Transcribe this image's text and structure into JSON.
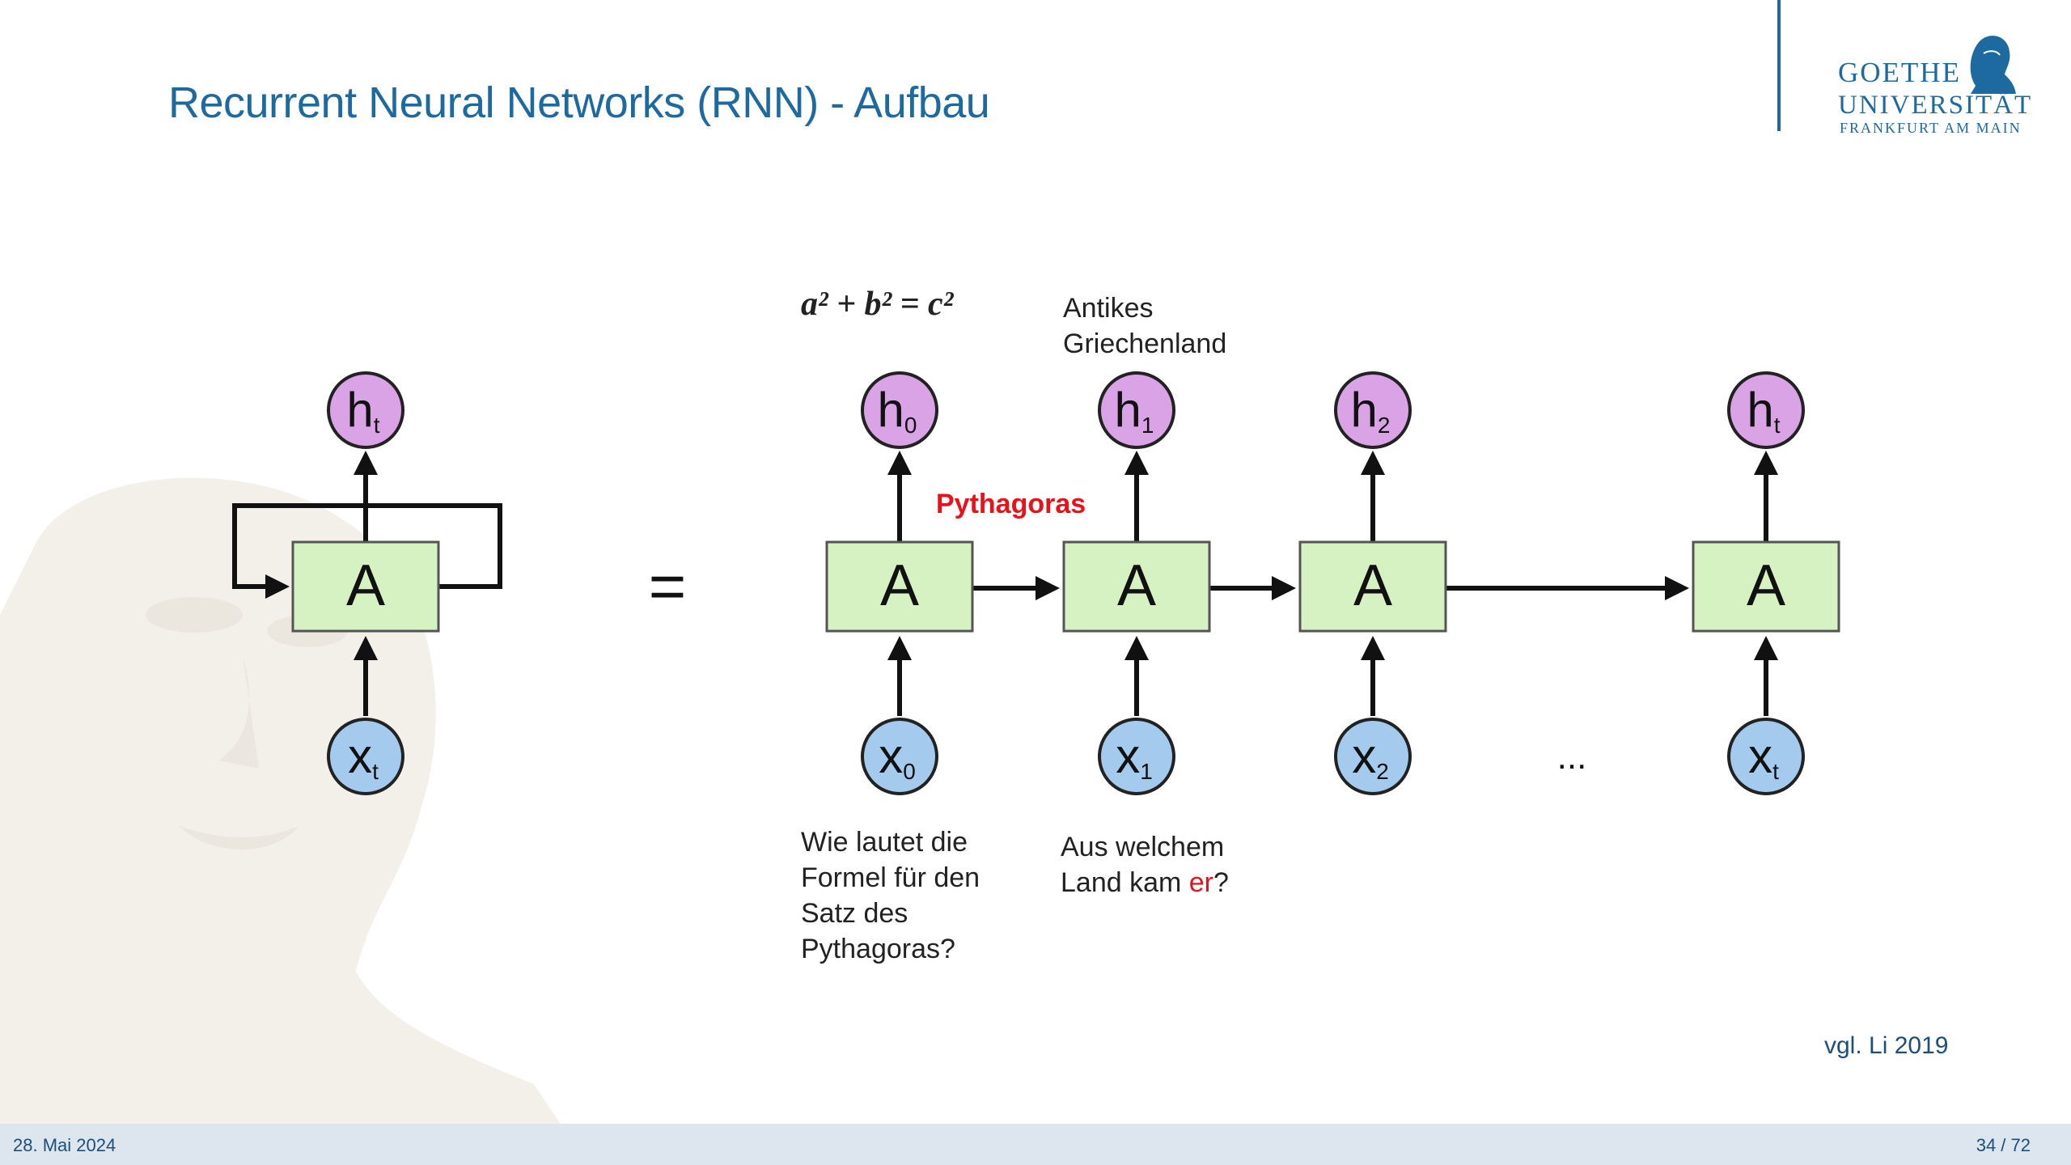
{
  "slide": {
    "title": "Recurrent Neural Networks (RNN) - Aufbau",
    "reference": "vgl. Li 2019",
    "date": "28. Mai 2024",
    "page": "34 / 72"
  },
  "logo": {
    "line1": "GOETHE",
    "line2": "UNIVERSITÄT",
    "line3": "FRANKFURT AM MAIN"
  },
  "diagram": {
    "cell_label": "A",
    "equals": "=",
    "ellipsis": "...",
    "left": {
      "h": "h",
      "h_sub": "t",
      "x": "x",
      "x_sub": "t"
    },
    "steps": [
      {
        "h": "h",
        "h_sub": "0",
        "x": "x",
        "x_sub": "0"
      },
      {
        "h": "h",
        "h_sub": "1",
        "x": "x",
        "x_sub": "1"
      },
      {
        "h": "h",
        "h_sub": "2",
        "x": "x",
        "x_sub": "2"
      },
      {
        "h": "h",
        "h_sub": "t",
        "x": "x",
        "x_sub": "t"
      }
    ],
    "formula": "a² + b² = c²",
    "output_label_1_line1": "Antikes",
    "output_label_1_line2": "Griechenland",
    "hidden_label": "Pythagoras",
    "question_1": [
      "Wie lautet die",
      "Formel für den",
      "Satz des",
      "Pythagoras?"
    ],
    "question_2_line1": "Aus welchem",
    "question_2_line2_pre": "Land kam ",
    "question_2_line2_red": "er",
    "question_2_line2_post": "?"
  },
  "colors": {
    "title": "#1c6aa0",
    "cell_fill": "#d6f1c2",
    "h_fill": "#d9a3e6",
    "x_fill": "#a4cbed",
    "accent_red": "#e8121a"
  }
}
